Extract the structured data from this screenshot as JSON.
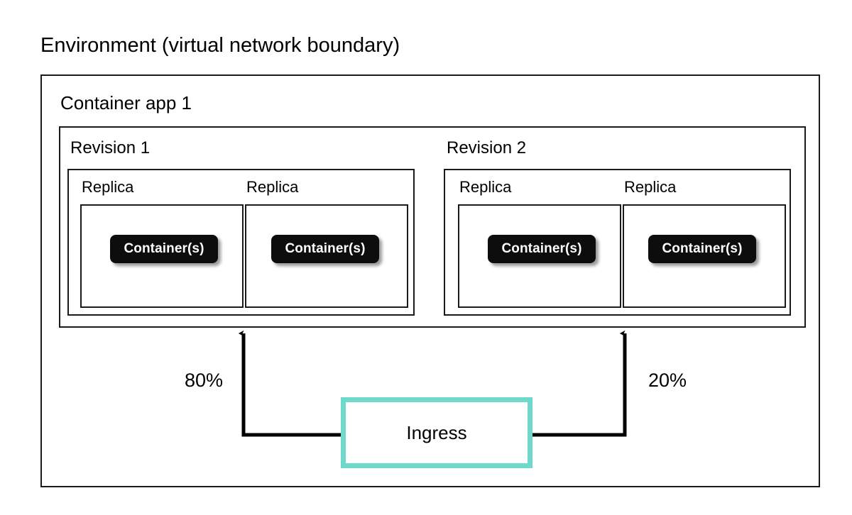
{
  "diagram": {
    "title": "Environment (virtual network boundary)",
    "environment_label": "Environment (virtual network boundary)",
    "app": {
      "label": "Container app 1",
      "revisions": [
        {
          "label": "Revision 1",
          "traffic_percent": "80%",
          "replicas": [
            {
              "label": "Replica",
              "container_label": "Container(s)"
            },
            {
              "label": "Replica",
              "container_label": "Container(s)"
            }
          ]
        },
        {
          "label": "Revision 2",
          "traffic_percent": "20%",
          "replicas": [
            {
              "label": "Replica",
              "container_label": "Container(s)"
            },
            {
              "label": "Replica",
              "container_label": "Container(s)"
            }
          ]
        }
      ]
    },
    "ingress": {
      "label": "Ingress",
      "border_color": "#6ed9cb"
    },
    "colors": {
      "box_border": "#1a1a1a",
      "ingress_accent": "#6ed9cb",
      "container_badge_bg": "#0d0d0d",
      "container_badge_text": "#ffffff",
      "background": "#ffffff",
      "connector": "#000000"
    }
  }
}
